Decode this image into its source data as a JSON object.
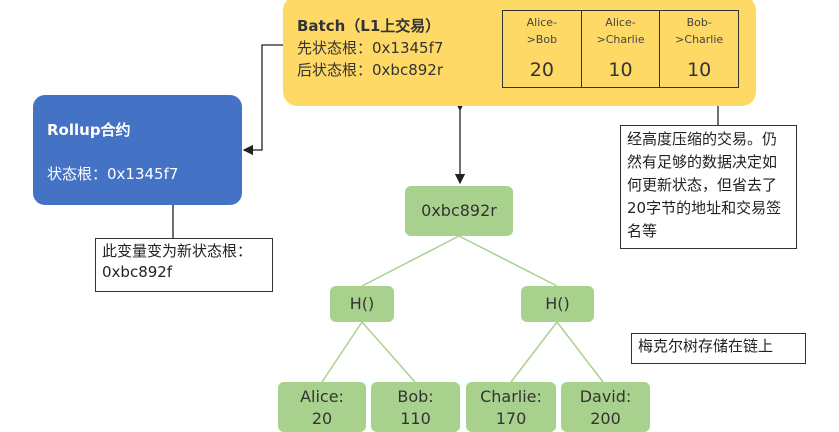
{
  "batch": {
    "title": "Batch（L1上交易）",
    "pre_root": "先状态根：0x1345f7",
    "post_root": "后状态根：0xbc892r",
    "transactions": [
      {
        "label": "Alice-\n>Bob",
        "amount": "20"
      },
      {
        "label": "Alice-\n>Charlie",
        "amount": "10"
      },
      {
        "label": "Bob-\n>Charlie",
        "amount": "10"
      }
    ]
  },
  "rollup": {
    "title": "Rollup合约",
    "state_root": "状态根：0x1345f7"
  },
  "notes": {
    "state_var": "此变量变为新状态根：0xbc892f",
    "compressed": "经高度压缩的交易。仍然有足够的数据决定如何更新状态，但省去了20字节的地址和交易签名等",
    "merkle": "梅克尔树存储在链上"
  },
  "tree": {
    "root": "0xbc892r",
    "hash_left": "H()",
    "hash_right": "H()",
    "leaves": [
      {
        "name": "Alice:",
        "value": "20"
      },
      {
        "name": "Bob:",
        "value": "110"
      },
      {
        "name": "Charlie:",
        "value": "170"
      },
      {
        "name": "David:",
        "value": "200"
      }
    ]
  },
  "colors": {
    "batch": "#FFD966",
    "rollup": "#4472C4",
    "node": "#A9D18E"
  }
}
